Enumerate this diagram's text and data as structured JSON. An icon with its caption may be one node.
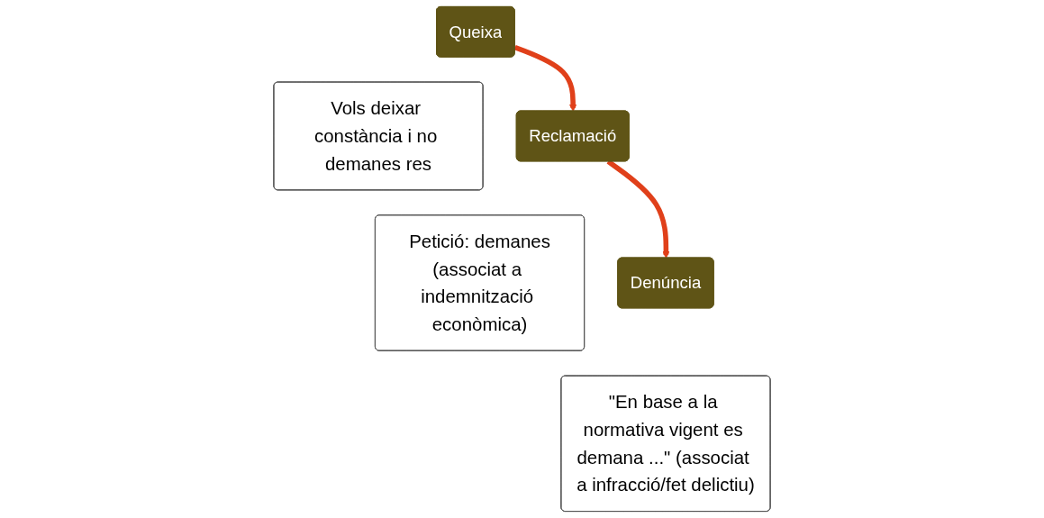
{
  "diagram": {
    "nodes": [
      {
        "text": [
          "Queixa"
        ]
      },
      {
        "text": [
          "Vols deixar constància i no demanes res"
        ]
      },
      {
        "text": [
          "Reclamació"
        ]
      },
      {
        "text": [
          "Petició: demanes",
          "(associat a indemnització econòmica)"
        ]
      },
      {
        "text": [
          "Denúncia"
        ]
      },
      {
        "text": [
          "\"En base a la normativa vigent es demana ...\" (associat a infracció/fet delictiu)"
        ]
      }
    ],
    "edges": [
      {
        "from": 0,
        "to": 2,
        "arrow": "to"
      },
      {
        "from": 2,
        "to": 4,
        "arrow": "to"
      }
    ]
  }
}
